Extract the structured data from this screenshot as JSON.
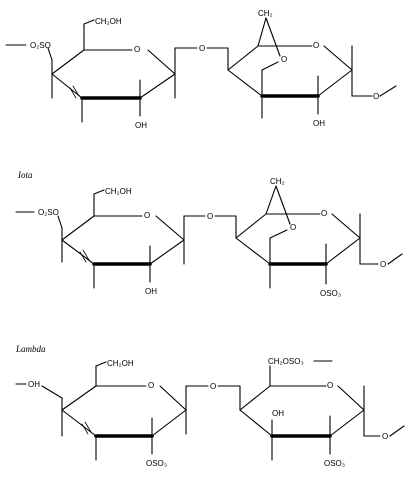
{
  "sections": [
    {
      "caption": "",
      "unit1": {
        "ch2oh": "CH₂OH",
        "left": "O₂SO",
        "bottom": "OH"
      },
      "link": "O",
      "unit2": {
        "ring_o": "O",
        "bridge_o": "O",
        "ch2": "CH₂",
        "bottom": "OH",
        "end": "O"
      }
    },
    {
      "caption": "Iota",
      "unit1": {
        "ch2oh": "CH₂OH",
        "left": "O₂SO",
        "bottom": "OH"
      },
      "link": "O",
      "unit2": {
        "ring_o": "O",
        "bridge_o": "O",
        "ch2": "CH₂",
        "bottom": "OSO₃",
        "end": "O"
      }
    },
    {
      "caption": "Lambda",
      "unit1": {
        "ch2oh": "CH₂OH",
        "left": "OH",
        "bottom": "OSO₃"
      },
      "link": "O",
      "unit2": {
        "ring_o": "O",
        "top": "CH₂OSO₃",
        "left": "OH",
        "bottom": "OSO₃",
        "end": "O"
      }
    }
  ]
}
